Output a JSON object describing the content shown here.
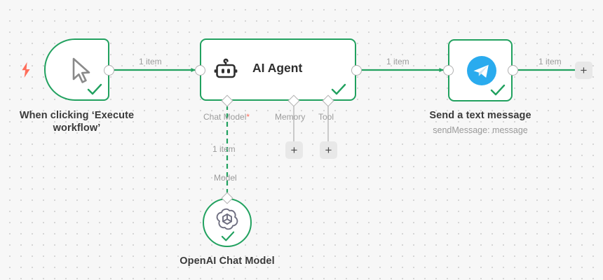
{
  "canvas": {
    "background_color": "#f7f7f7",
    "grid_dot_color": "#d3d3d3",
    "accent_color": "#21a15f",
    "muted_label_color": "#9b9b9b",
    "required_marker_color": "#ff6d5a",
    "telegram_blue": "#2aabee"
  },
  "nodes": {
    "trigger": {
      "title": "When clicking ‘Execute workflow’",
      "icon": "cursor-pointer-icon",
      "trigger_icon": "lightning-bolt-icon",
      "status": "success-check"
    },
    "agent": {
      "title": "AI Agent",
      "icon": "robot-icon",
      "status": "success-check",
      "ports": [
        {
          "label": "Chat Model",
          "required": true,
          "required_marker": "*"
        },
        {
          "label": "Memory",
          "required": false,
          "required_marker": ""
        },
        {
          "label": "Tool",
          "required": false,
          "required_marker": ""
        }
      ]
    },
    "telegram": {
      "title": "Send a text message",
      "subtitle": "sendMessage: message",
      "icon": "telegram-icon",
      "status": "success-check"
    },
    "openai": {
      "title": "OpenAI Chat Model",
      "icon": "openai-icon",
      "port_label": "Model",
      "status": "success-check"
    }
  },
  "connections": {
    "trigger_to_agent": {
      "label": "1 item"
    },
    "agent_to_telegram": {
      "label": "1 item"
    },
    "telegram_to_next": {
      "label": "1 item"
    },
    "openai_to_agent": {
      "label": "1 item"
    }
  },
  "buttons": {
    "add_memory": "+",
    "add_tool": "+",
    "add_next_node": "+"
  }
}
